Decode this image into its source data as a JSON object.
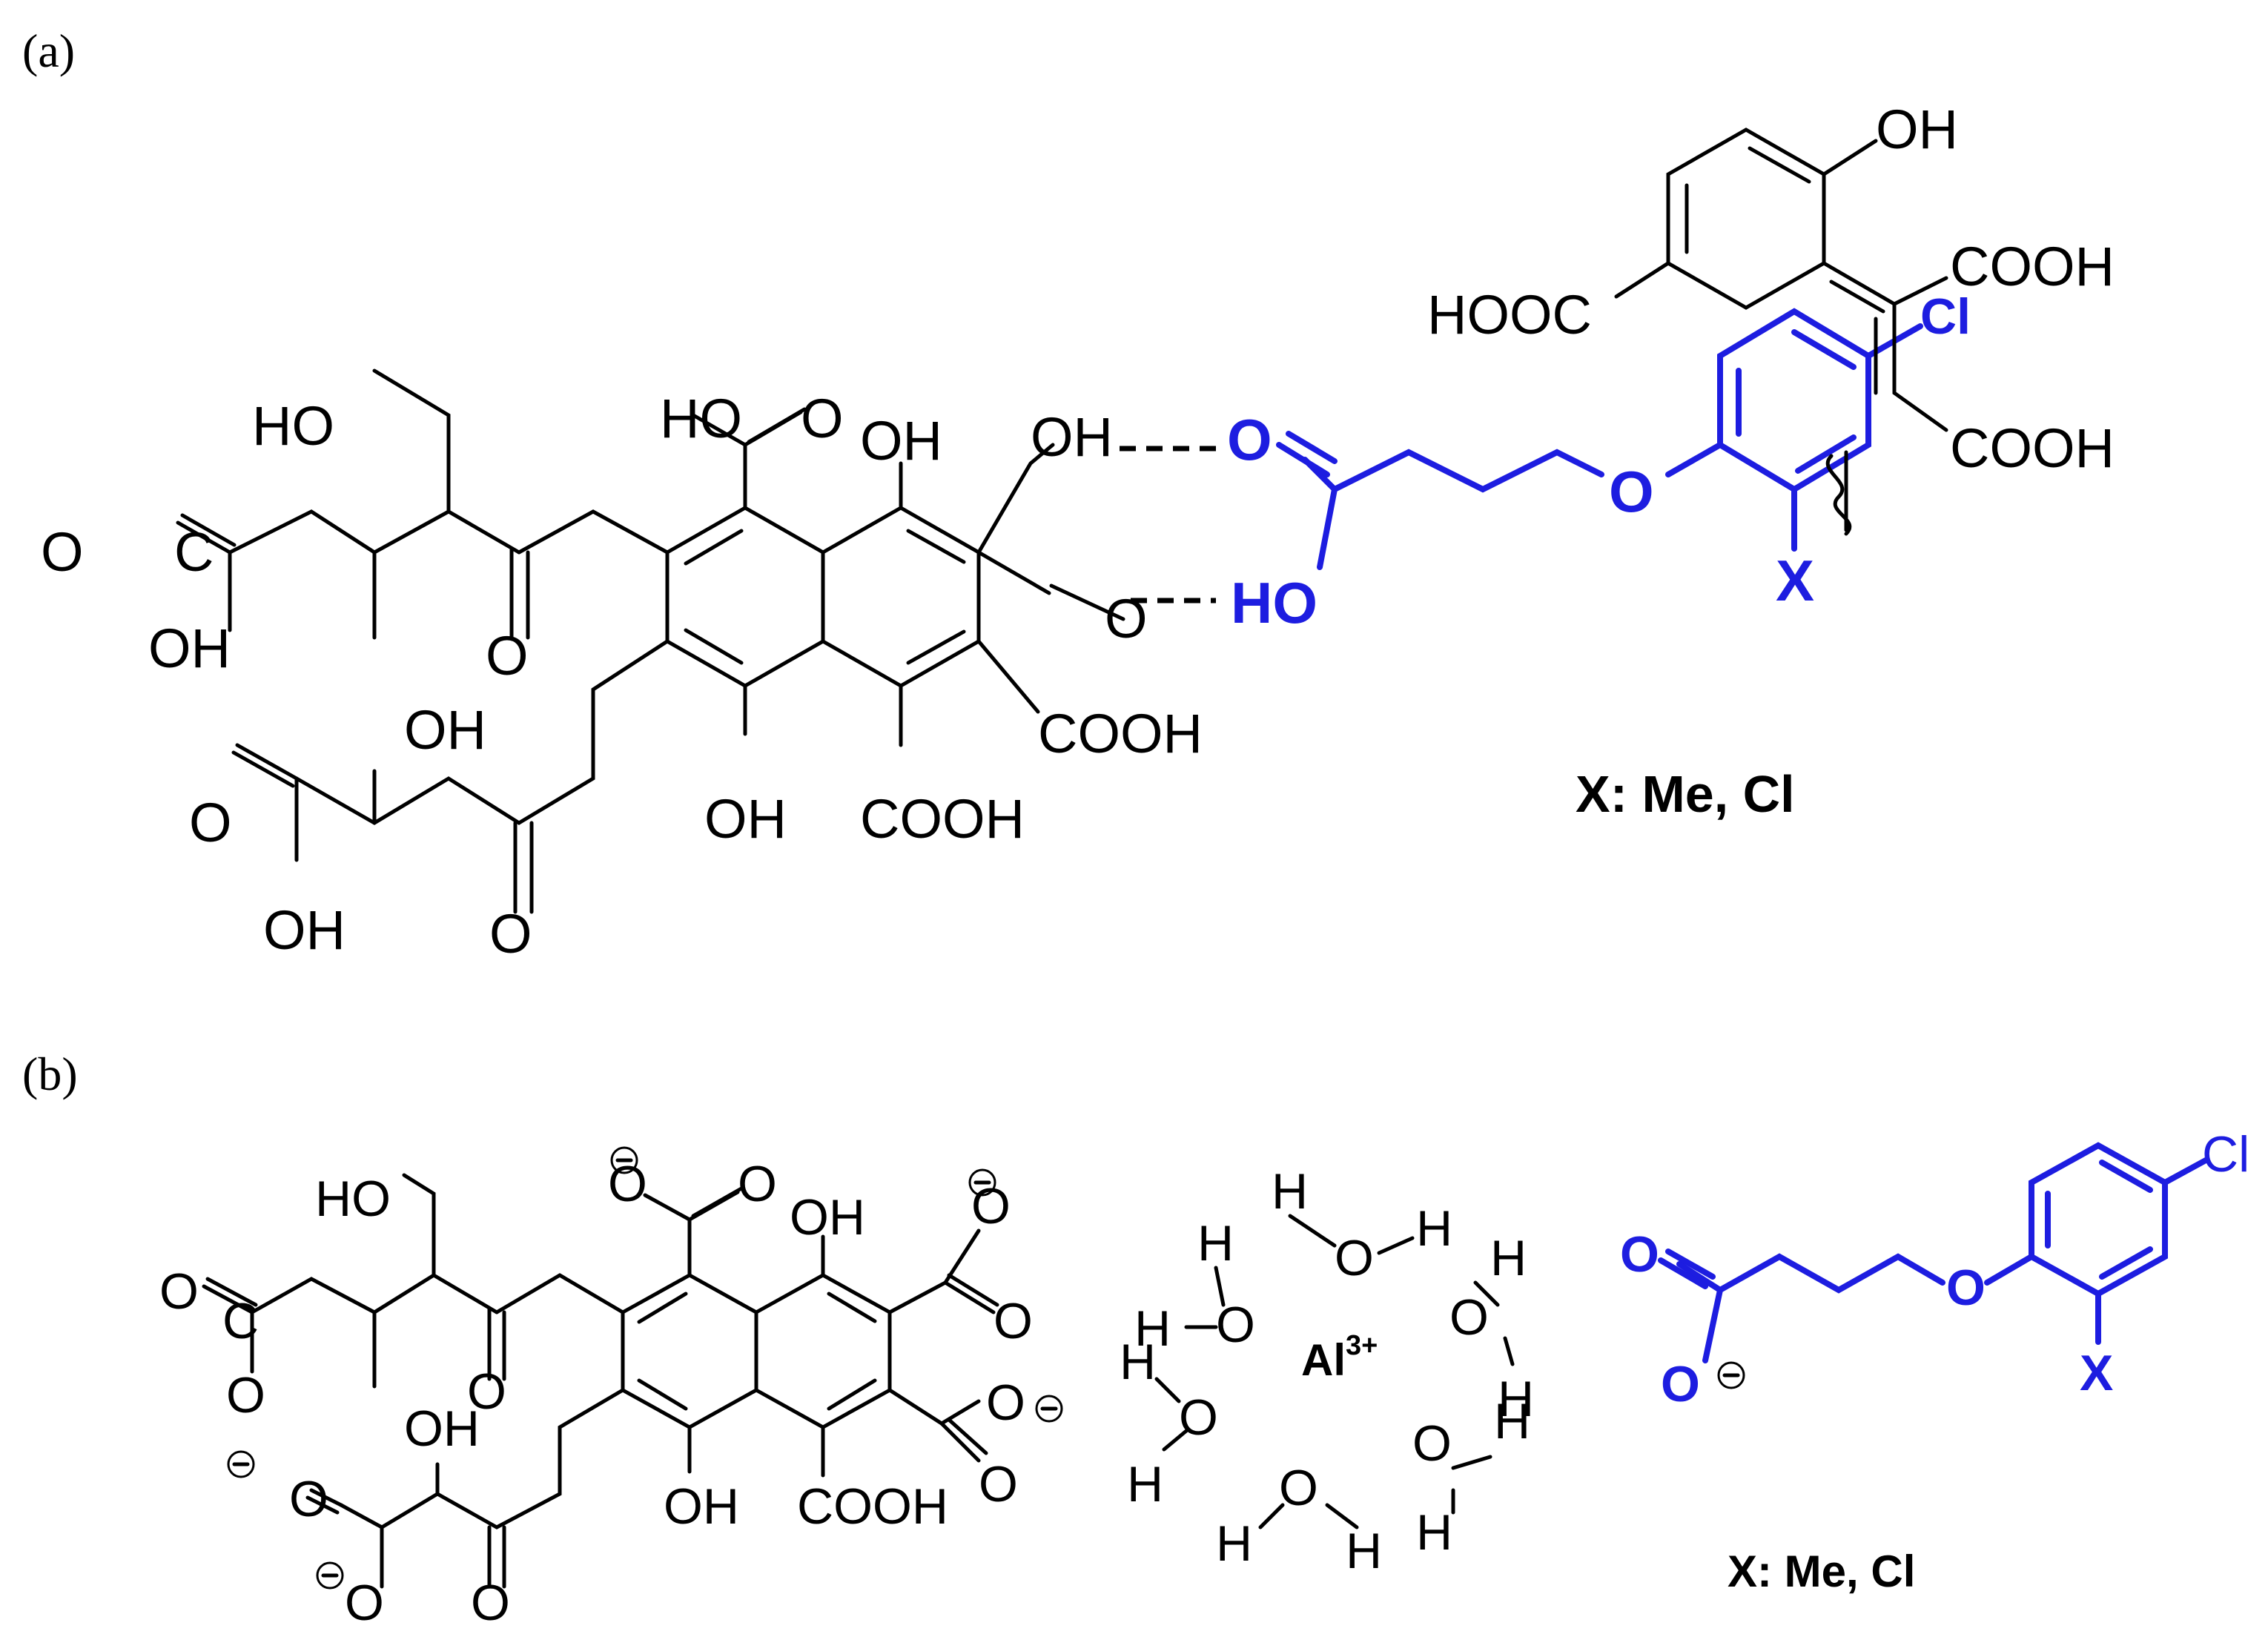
{
  "panels": {
    "a": {
      "label": "(a)",
      "substituent_caption": "X: Me, Cl"
    },
    "b": {
      "label": "(b)",
      "substituent_caption": "X: Me, Cl",
      "metal_ion": "Al",
      "metal_charge": "3+"
    }
  },
  "atoms": {
    "ho": "HO",
    "oh": "OH",
    "o": "O",
    "cooh": "COOH",
    "hooc": "HOOC",
    "cl": "Cl",
    "x": "X",
    "h": "H",
    "c": "C"
  },
  "colors": {
    "humic_structure": "#000000",
    "herbicide_structure": "#1d1de0"
  }
}
